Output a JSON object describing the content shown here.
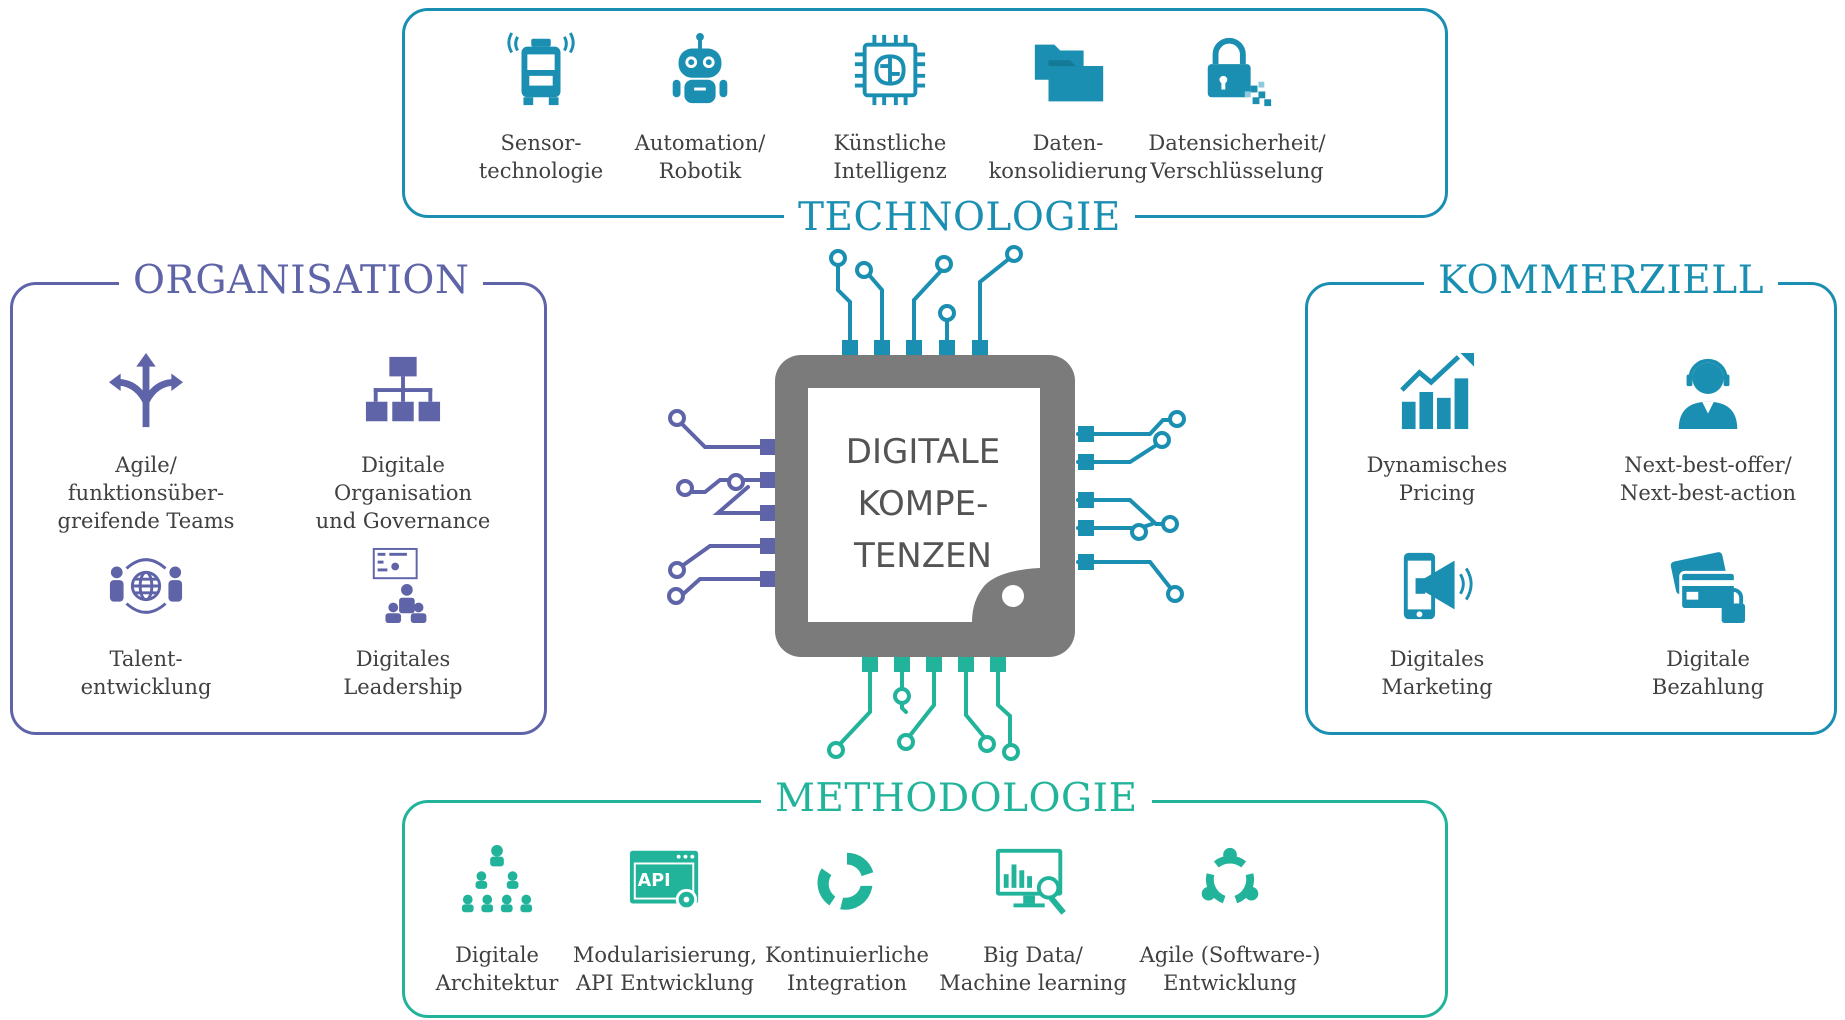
{
  "chip": {
    "line1": "DIGITALE",
    "line2": "KOMPE-",
    "line3": "TENZEN"
  },
  "colors": {
    "technology": "#1a8fb1",
    "organisation": "#5f63a8",
    "commercial": "#1a8fb1",
    "methodology": "#22b39b",
    "chip": "#7b7b7b"
  },
  "technologie": {
    "title": "TECHNOLOGIE",
    "items": [
      {
        "label": "Sensor-\ntechnologie",
        "icon": "sensor-vehicle-icon"
      },
      {
        "label": "Automation/\nRobotik",
        "icon": "robot-icon"
      },
      {
        "label": "Künstliche\nIntelligenz",
        "icon": "ai-brain-chip-icon"
      },
      {
        "label": "Daten-\nkonsolidierung",
        "icon": "folders-icon"
      },
      {
        "label": "Datensicherheit/\nVerschlüsselung",
        "icon": "padlock-icon"
      }
    ]
  },
  "organisation": {
    "title": "ORGANISATION",
    "items": [
      {
        "label": "Agile/ funktionsüber-\ngreifende Teams",
        "icon": "split-arrows-icon"
      },
      {
        "label": "Digitale Organisation\nund Governance",
        "icon": "org-chart-icon"
      },
      {
        "label": "Talent-\nentwicklung",
        "icon": "people-globe-icon"
      },
      {
        "label": "Digitales\nLeadership",
        "icon": "leadership-board-icon"
      }
    ]
  },
  "kommerziell": {
    "title": "KOMMERZIELL",
    "items": [
      {
        "label": "Dynamisches\nPricing",
        "icon": "bar-chart-arrow-icon"
      },
      {
        "label": "Next-best-offer/\nNext-best-action",
        "icon": "headset-agent-icon"
      },
      {
        "label": "Digitales\nMarketing",
        "icon": "phone-megaphone-icon"
      },
      {
        "label": "Digitale\nBezahlung",
        "icon": "cards-lock-icon"
      }
    ]
  },
  "methodologie": {
    "title": "METHODOLOGIE",
    "items": [
      {
        "label": "Digitale\nArchitektur",
        "icon": "hierarchy-people-icon"
      },
      {
        "label": "Modularisierung,\nAPI Entwicklung",
        "icon": "api-window-icon"
      },
      {
        "label": "Kontinuierliche\nIntegration",
        "icon": "cycle-icon"
      },
      {
        "label": "Big Data/\nMachine learning",
        "icon": "monitor-chart-icon"
      },
      {
        "label": "Agile (Software-)\nEntwicklung",
        "icon": "agile-cycle-icon"
      }
    ]
  }
}
